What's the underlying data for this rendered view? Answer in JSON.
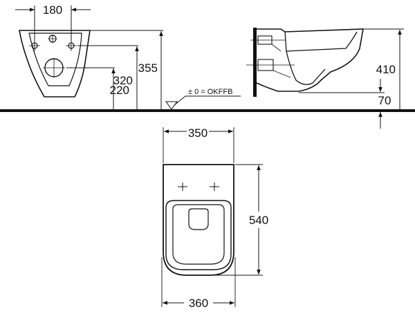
{
  "dimensions": {
    "front_hole_spacing": "180",
    "front_height_top": "355",
    "front_height_mid": "320",
    "front_height_low": "220",
    "floor_reference": "± 0 = OKFFB",
    "side_height": "410",
    "side_floor_gap": "70",
    "top_width_upper": "350",
    "top_length": "540",
    "top_width_lower": "360"
  },
  "colors": {
    "line": "#111111",
    "background": "#ffffff"
  }
}
